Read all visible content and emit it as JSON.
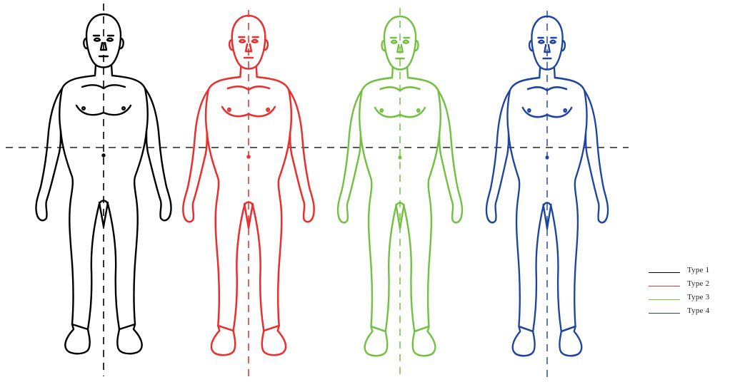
{
  "figure": {
    "types": [
      {
        "id": "type-1",
        "color": "#000000",
        "build": "wide-muscular"
      },
      {
        "id": "type-2",
        "color": "#e8302e",
        "build": "athletic"
      },
      {
        "id": "type-3",
        "color": "#72c040",
        "build": "slim"
      },
      {
        "id": "type-4",
        "color": "#1c44a0",
        "build": "slender"
      }
    ],
    "reference_lines": {
      "horizontal_dashed": true,
      "vertical_dashed_per_figure": true
    }
  },
  "legend": {
    "items": [
      {
        "label": "Type 1",
        "color": "#000000"
      },
      {
        "label": "Type 2",
        "color": "#e8302e"
      },
      {
        "label": "Type 3",
        "color": "#72c040"
      },
      {
        "label": "Type 4",
        "color": "#1c44a0"
      }
    ]
  }
}
